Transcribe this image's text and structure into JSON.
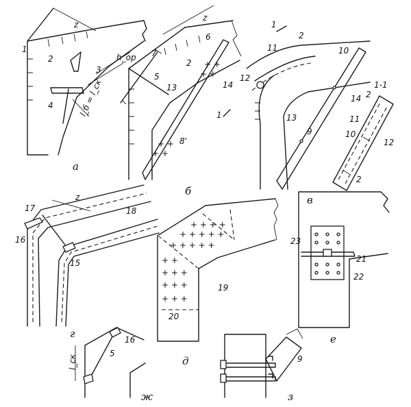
{
  "panels": {
    "a": {
      "caption": "а",
      "dim": "z",
      "dim_h": "h_op",
      "dim_l": "l_б = l_ск",
      "labels": [
        "1",
        "2",
        "3",
        "4"
      ]
    },
    "b": {
      "caption": "б",
      "dim": "z",
      "labels": [
        "7",
        "6",
        "5",
        "2",
        "13",
        "14",
        "8'"
      ]
    },
    "v": {
      "caption": "в",
      "labels": [
        "11",
        "2",
        "10",
        "12",
        "13",
        "9",
        "14"
      ],
      "section": "1-1",
      "section_labels": [
        "2",
        "11",
        "10",
        "12",
        "2"
      ],
      "cut_mark": "1"
    },
    "g": {
      "caption": "г",
      "dim": "z",
      "labels": [
        "17",
        "16",
        "18",
        "15"
      ]
    },
    "d": {
      "caption": "д",
      "labels": [
        "19",
        "20"
      ]
    },
    "e": {
      "caption": "е",
      "labels": [
        "23",
        "21",
        "22"
      ]
    },
    "zh": {
      "caption": "ж",
      "dim": "l_ск",
      "labels": [
        "16",
        "5"
      ]
    },
    "z": {
      "caption": "з",
      "labels": [
        "9"
      ]
    }
  },
  "cut_mark_b": "1"
}
